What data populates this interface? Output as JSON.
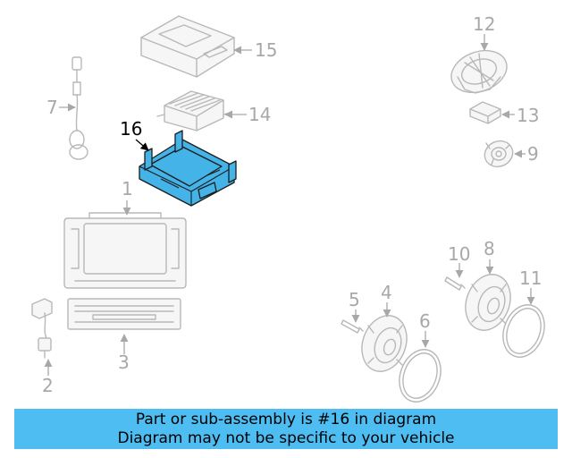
{
  "callouts": {
    "c1": "1",
    "c2": "2",
    "c3": "3",
    "c4": "4",
    "c5": "5",
    "c6": "6",
    "c7": "7",
    "c8": "8",
    "c9": "9",
    "c10": "10",
    "c11": "11",
    "c12": "12",
    "c13": "13",
    "c14": "14",
    "c15": "15",
    "c16": "16"
  },
  "highlighted_part": "16",
  "colors": {
    "highlight": "#43b3e8",
    "banner": "#4dbdf2",
    "line_art": "#b8b8b8"
  },
  "banner": {
    "line1": "Part or sub-assembly is #16 in diagram",
    "line2": "Diagram may not be specific to your vehicle"
  }
}
